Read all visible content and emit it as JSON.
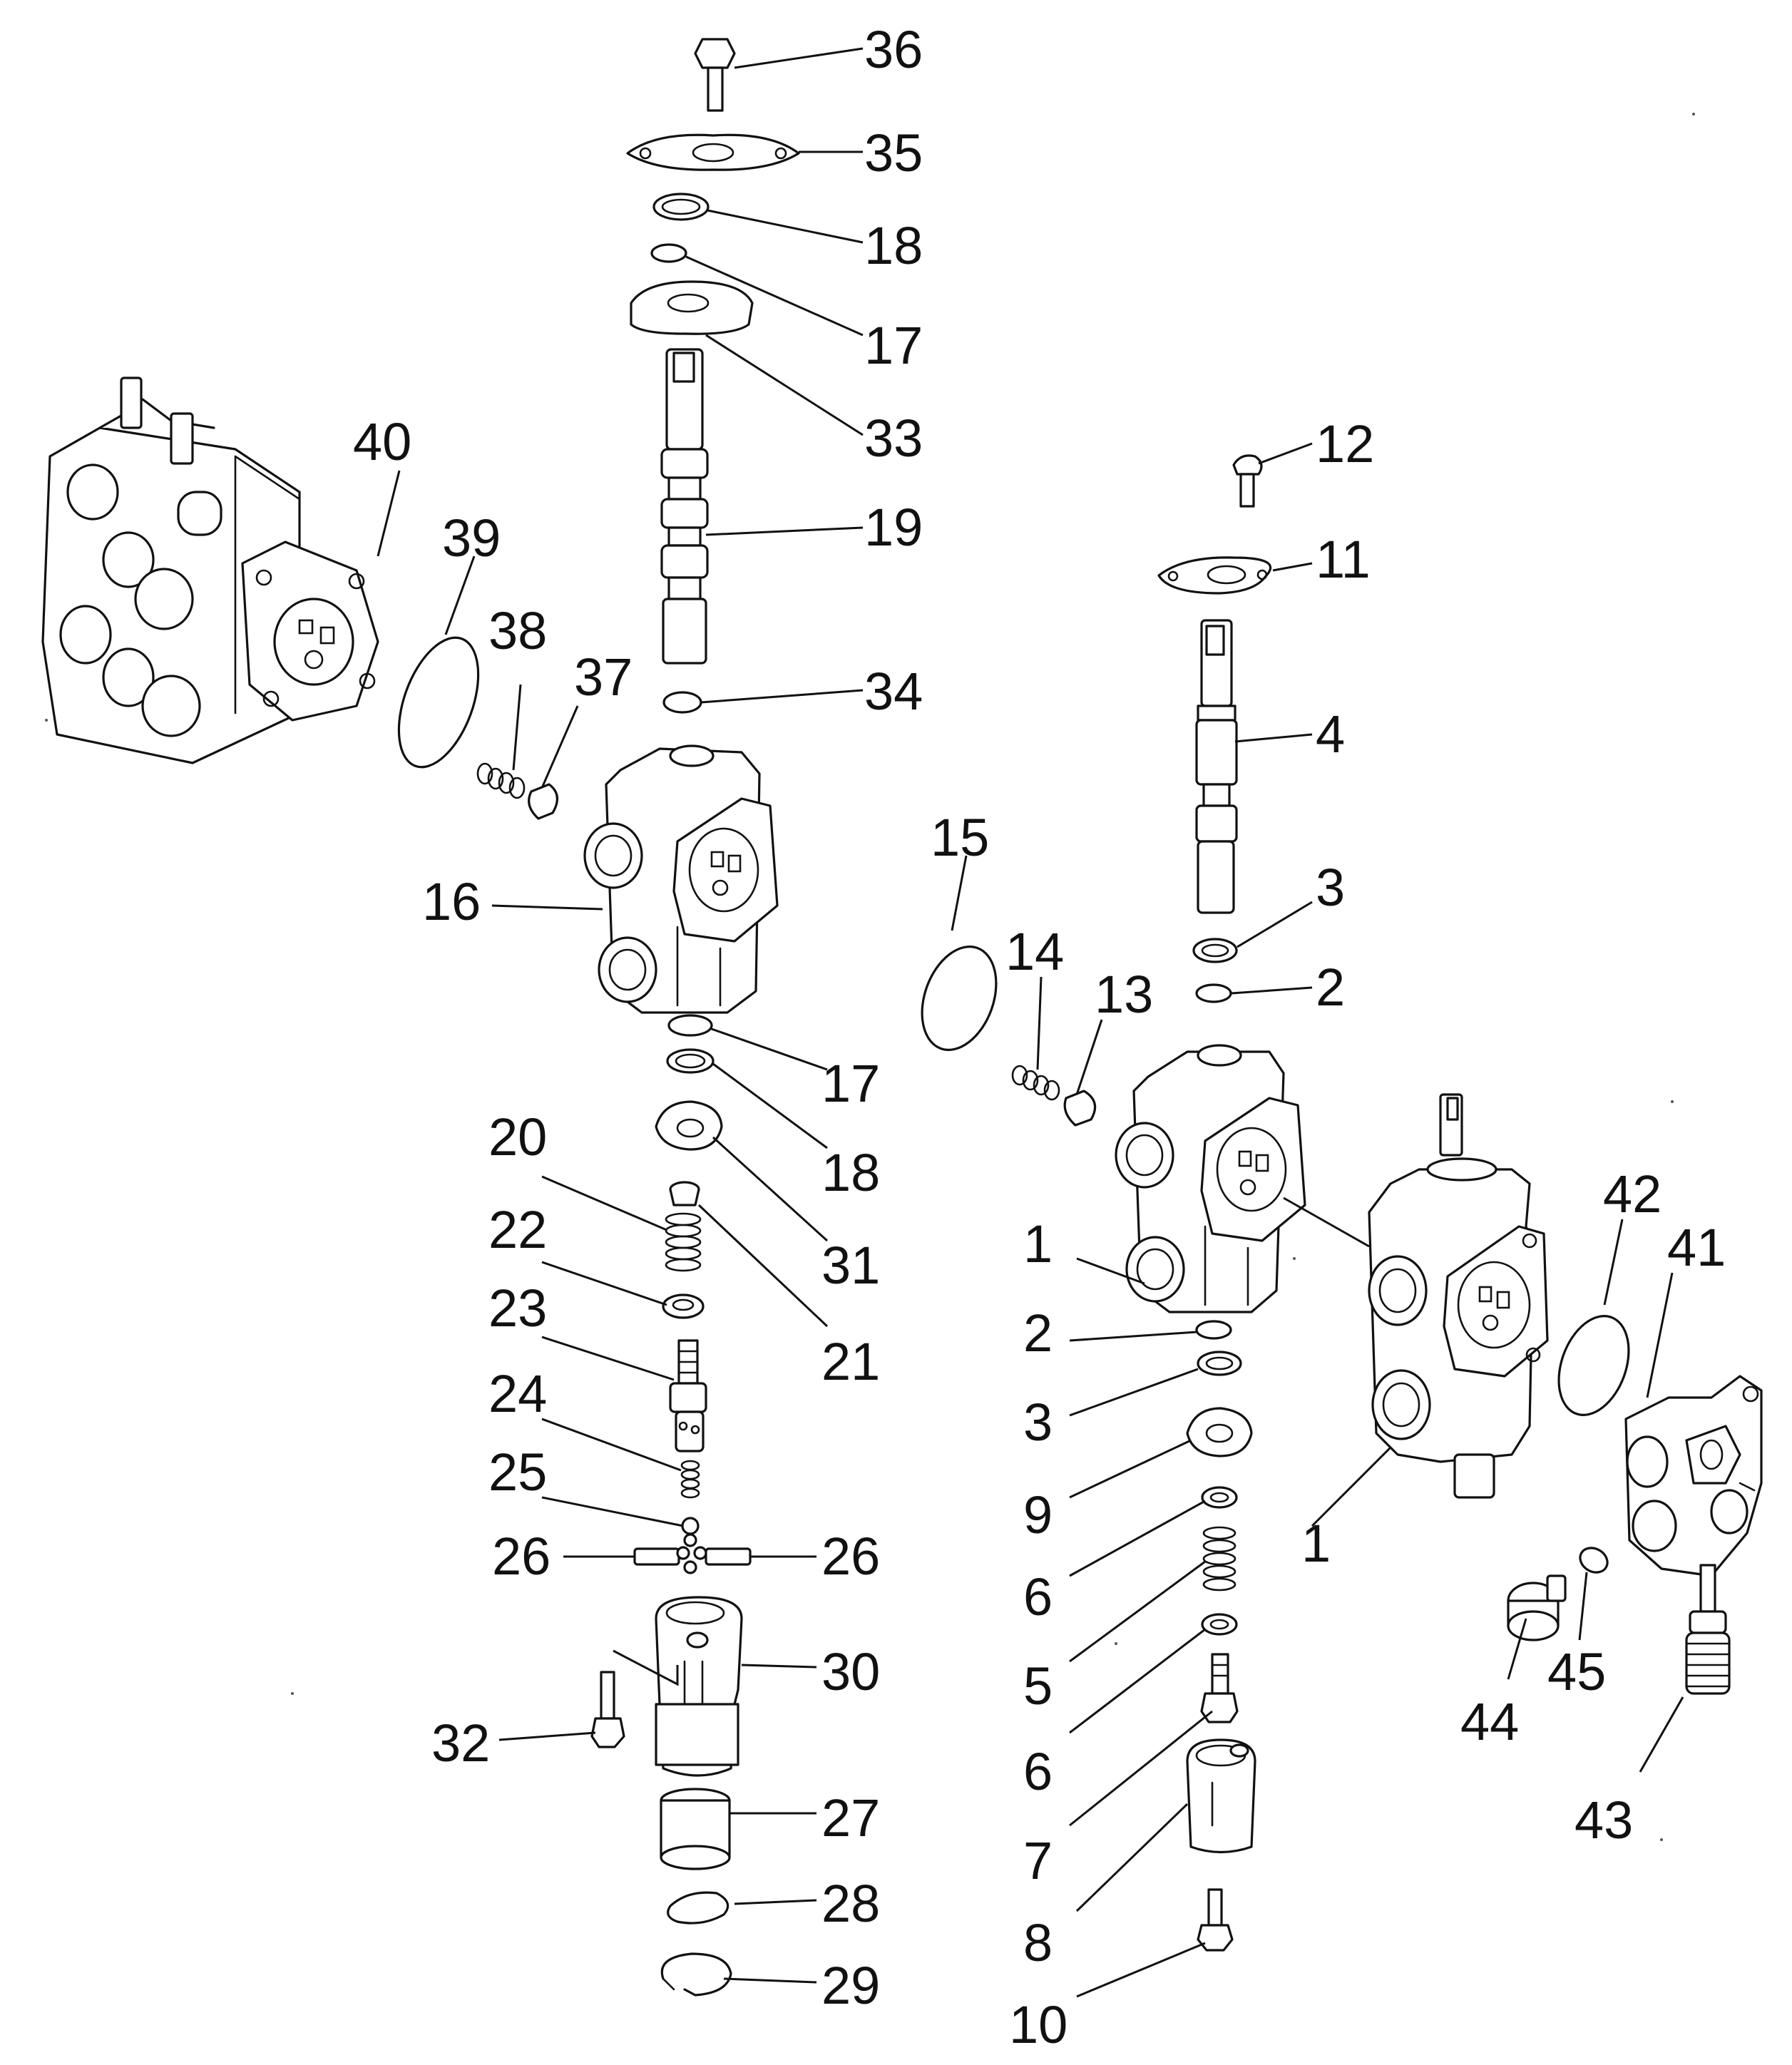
{
  "diagram": {
    "callouts": [
      "1",
      "2",
      "3",
      "4",
      "5",
      "6",
      "7",
      "8",
      "9",
      "10",
      "11",
      "12",
      "13",
      "14",
      "15",
      "16",
      "17",
      "18",
      "19",
      "20",
      "21",
      "22",
      "23",
      "24",
      "25",
      "26",
      "27",
      "28",
      "29",
      "30",
      "31",
      "32",
      "33",
      "34",
      "35",
      "36",
      "37",
      "38",
      "39",
      "40",
      "41",
      "42",
      "43",
      "44",
      "45"
    ]
  },
  "labels": {
    "n36": "36",
    "n35": "35",
    "n18a": "18",
    "n17a": "17",
    "n33": "33",
    "n19": "19",
    "n34": "34",
    "n40": "40",
    "n39": "39",
    "n38": "38",
    "n37": "37",
    "n16": "16",
    "n15": "15",
    "n14": "14",
    "n13": "13",
    "n17b": "17",
    "n18b": "18",
    "n20": "20",
    "n31": "31",
    "n22": "22",
    "n21": "21",
    "n23": "23",
    "n24": "24",
    "n25": "25",
    "n26a": "26",
    "n26b": "26",
    "n30": "30",
    "n32": "32",
    "n27": "27",
    "n28": "28",
    "n29": "29",
    "n12": "12",
    "n11": "11",
    "n4": "4",
    "n3a": "3",
    "n2a": "2",
    "n1a": "1",
    "n2b": "2",
    "n3b": "3",
    "n9": "9",
    "n6a": "6",
    "n5": "5",
    "n6b": "6",
    "n7": "7",
    "n8": "8",
    "n10": "10",
    "n1b": "1",
    "n42": "42",
    "n41": "41",
    "n45": "45",
    "n44": "44",
    "n43": "43"
  }
}
